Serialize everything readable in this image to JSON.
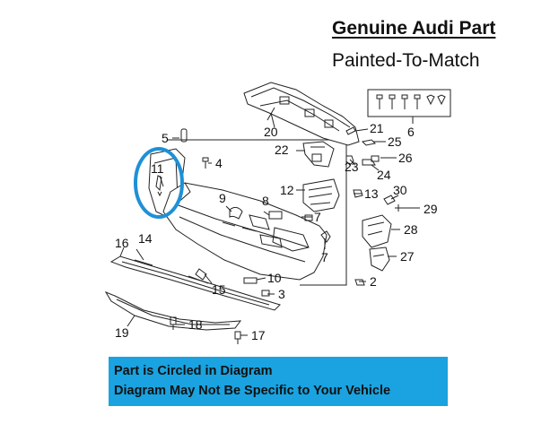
{
  "header": {
    "title": "Genuine Audi Part",
    "subtitle": "Painted-To-Match"
  },
  "callouts": {
    "c2": "2",
    "c3": "3",
    "c4": "4",
    "c5": "5",
    "c6": "6",
    "c7a": "7",
    "c7b": "7",
    "c8": "8",
    "c9": "9",
    "c10": "10",
    "c11": "11",
    "c12": "12",
    "c13": "13",
    "c14": "14",
    "c15": "15",
    "c16": "16",
    "c17": "17",
    "c18": "18",
    "c19": "19",
    "c20": "20",
    "c21": "21",
    "c22": "22",
    "c23": "23",
    "c24": "24",
    "c25": "25",
    "c26": "26",
    "c27": "27",
    "c28": "28",
    "c29": "29",
    "c30": "30"
  },
  "notice": {
    "line1": "Part is Circled in Diagram",
    "line2": "Diagram May Not Be Specific to Your Vehicle"
  },
  "colors": {
    "highlight_circle": "#1e90d8",
    "notice_background": "#1aa3e0",
    "line_art": "#222222"
  }
}
